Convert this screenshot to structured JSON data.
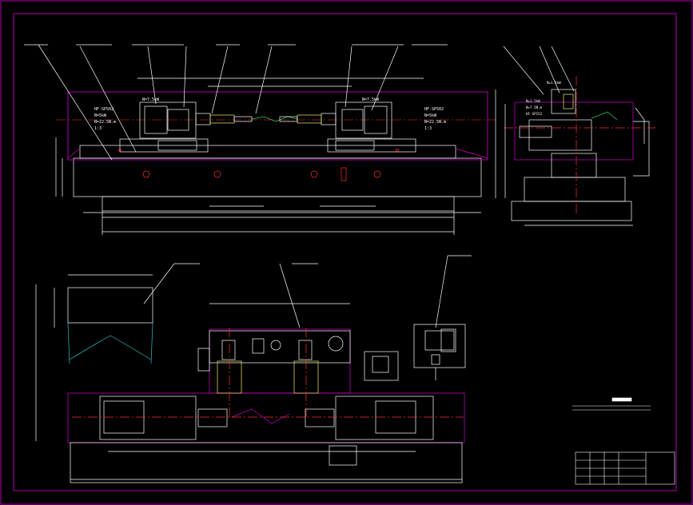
{
  "colors": {
    "background": "#000000",
    "border": "#b000b0",
    "geometry": "#ffffff",
    "center": "#ff3030",
    "outline": "#d000d0",
    "motor": "#f0f060",
    "dimension": "#ffffff",
    "cyan": "#30c0c0",
    "green": "#30d060"
  },
  "side_view": {
    "left_motor": [
      "HF-SP502",
      "N=5kW",
      "N=22.5N.m",
      "1:3"
    ],
    "right_motor": [
      "HF-SP502",
      "N=5kW",
      "N=22.5N.m",
      "1:3"
    ],
    "left_spindle_power": "N=7.5kW",
    "right_spindle_power": "N=7.5kW"
  },
  "end_view": {
    "spindle_power": "N=1.5kW",
    "motor": [
      "N=1.5kW",
      "N=7.5N.m",
      "HF-SP152"
    ]
  },
  "title_block": {
    "heading": "",
    "notes": [
      "",
      ""
    ]
  }
}
